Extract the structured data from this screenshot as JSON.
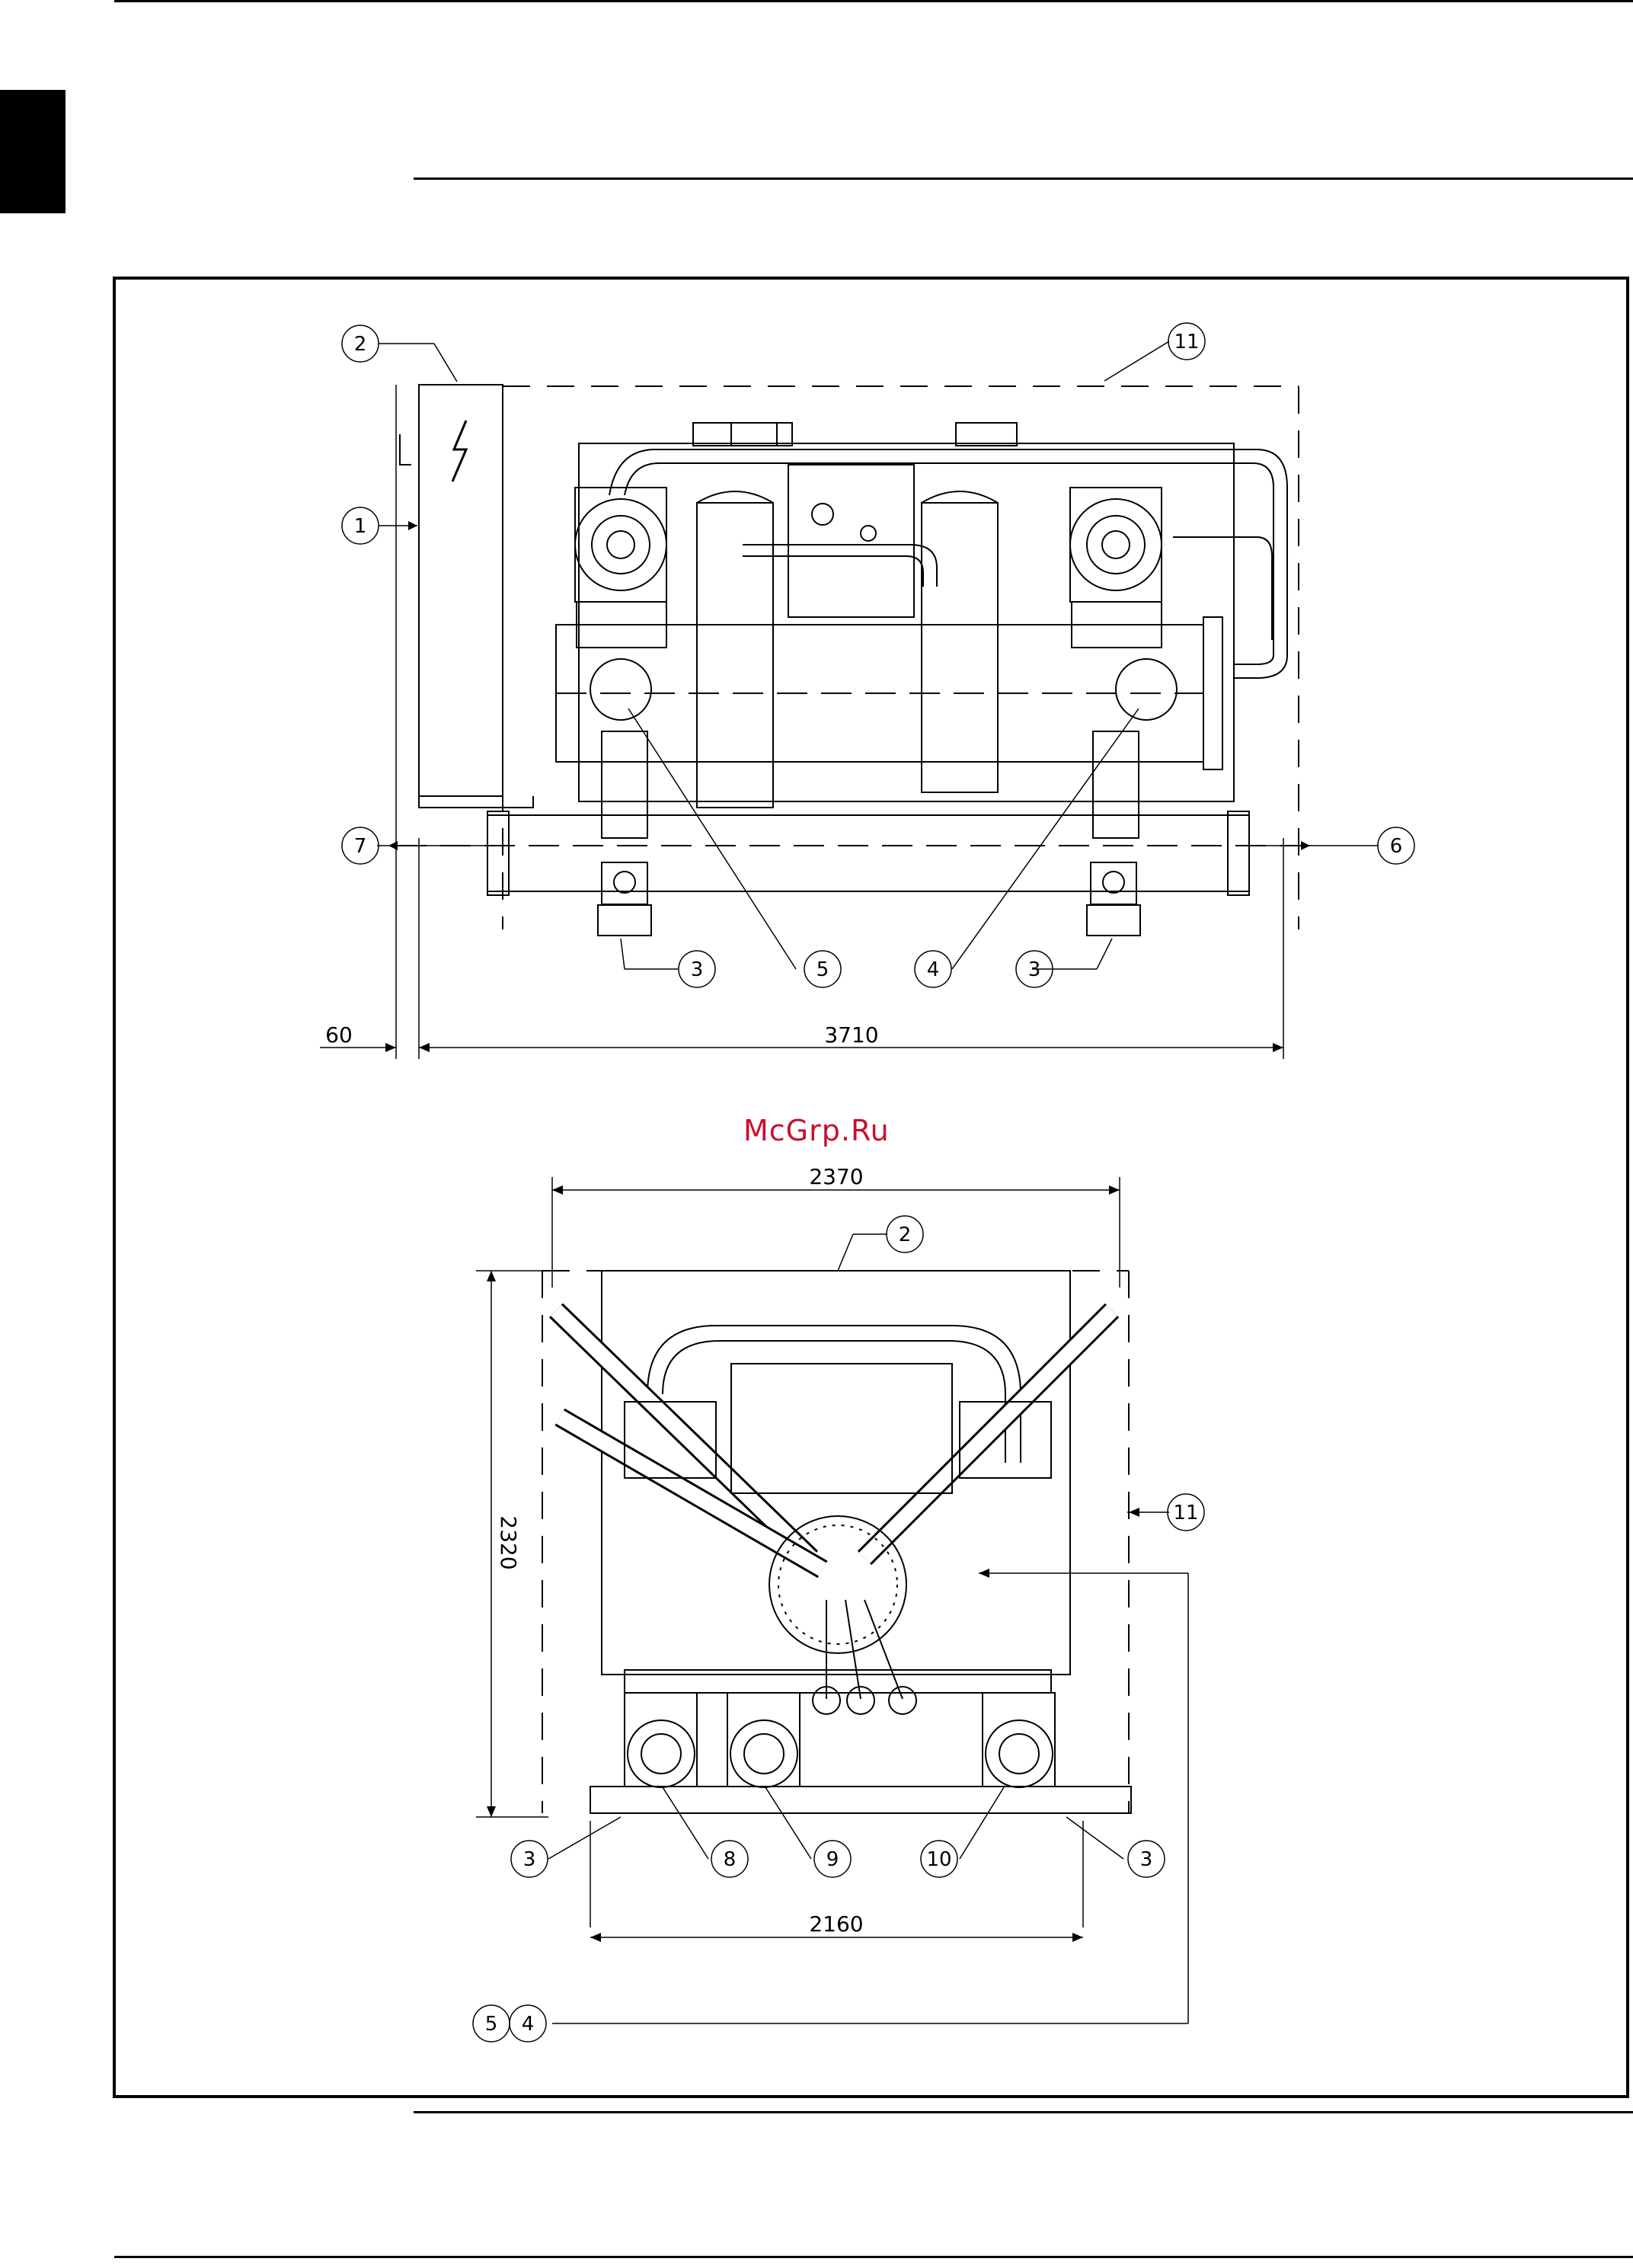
{
  "watermark": "McGrp.Ru",
  "top_view": {
    "callouts": [
      "2",
      "11",
      "1",
      "7",
      "6",
      "3",
      "5",
      "4",
      "3"
    ],
    "dimensions": {
      "offset": "60",
      "length": "3710"
    }
  },
  "front_view": {
    "callouts": [
      "2",
      "11",
      "3",
      "8",
      "9",
      "10",
      "3",
      "5",
      "4"
    ],
    "dimensions": {
      "width_top": "2370",
      "height": "2320",
      "width_bottom": "2160"
    }
  }
}
